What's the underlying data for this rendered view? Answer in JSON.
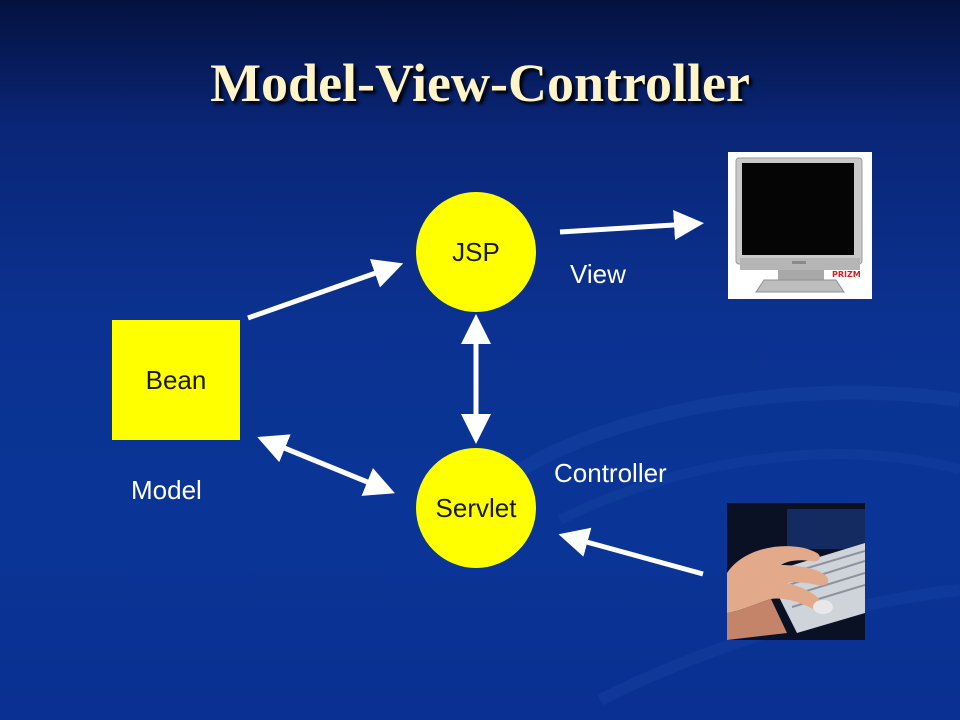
{
  "slide": {
    "title": "Model-View-Controller"
  },
  "nodes": {
    "bean": "Bean",
    "jsp": "JSP",
    "servlet": "Servlet"
  },
  "roles": {
    "view": "View",
    "controller": "Controller",
    "model": "Model"
  },
  "images": {
    "monitor_brand": "PRIZM"
  },
  "colors": {
    "background": "#0b3291",
    "node_fill": "#ffff00",
    "title_text": "#fff3c8",
    "arrow": "#ffffff"
  }
}
